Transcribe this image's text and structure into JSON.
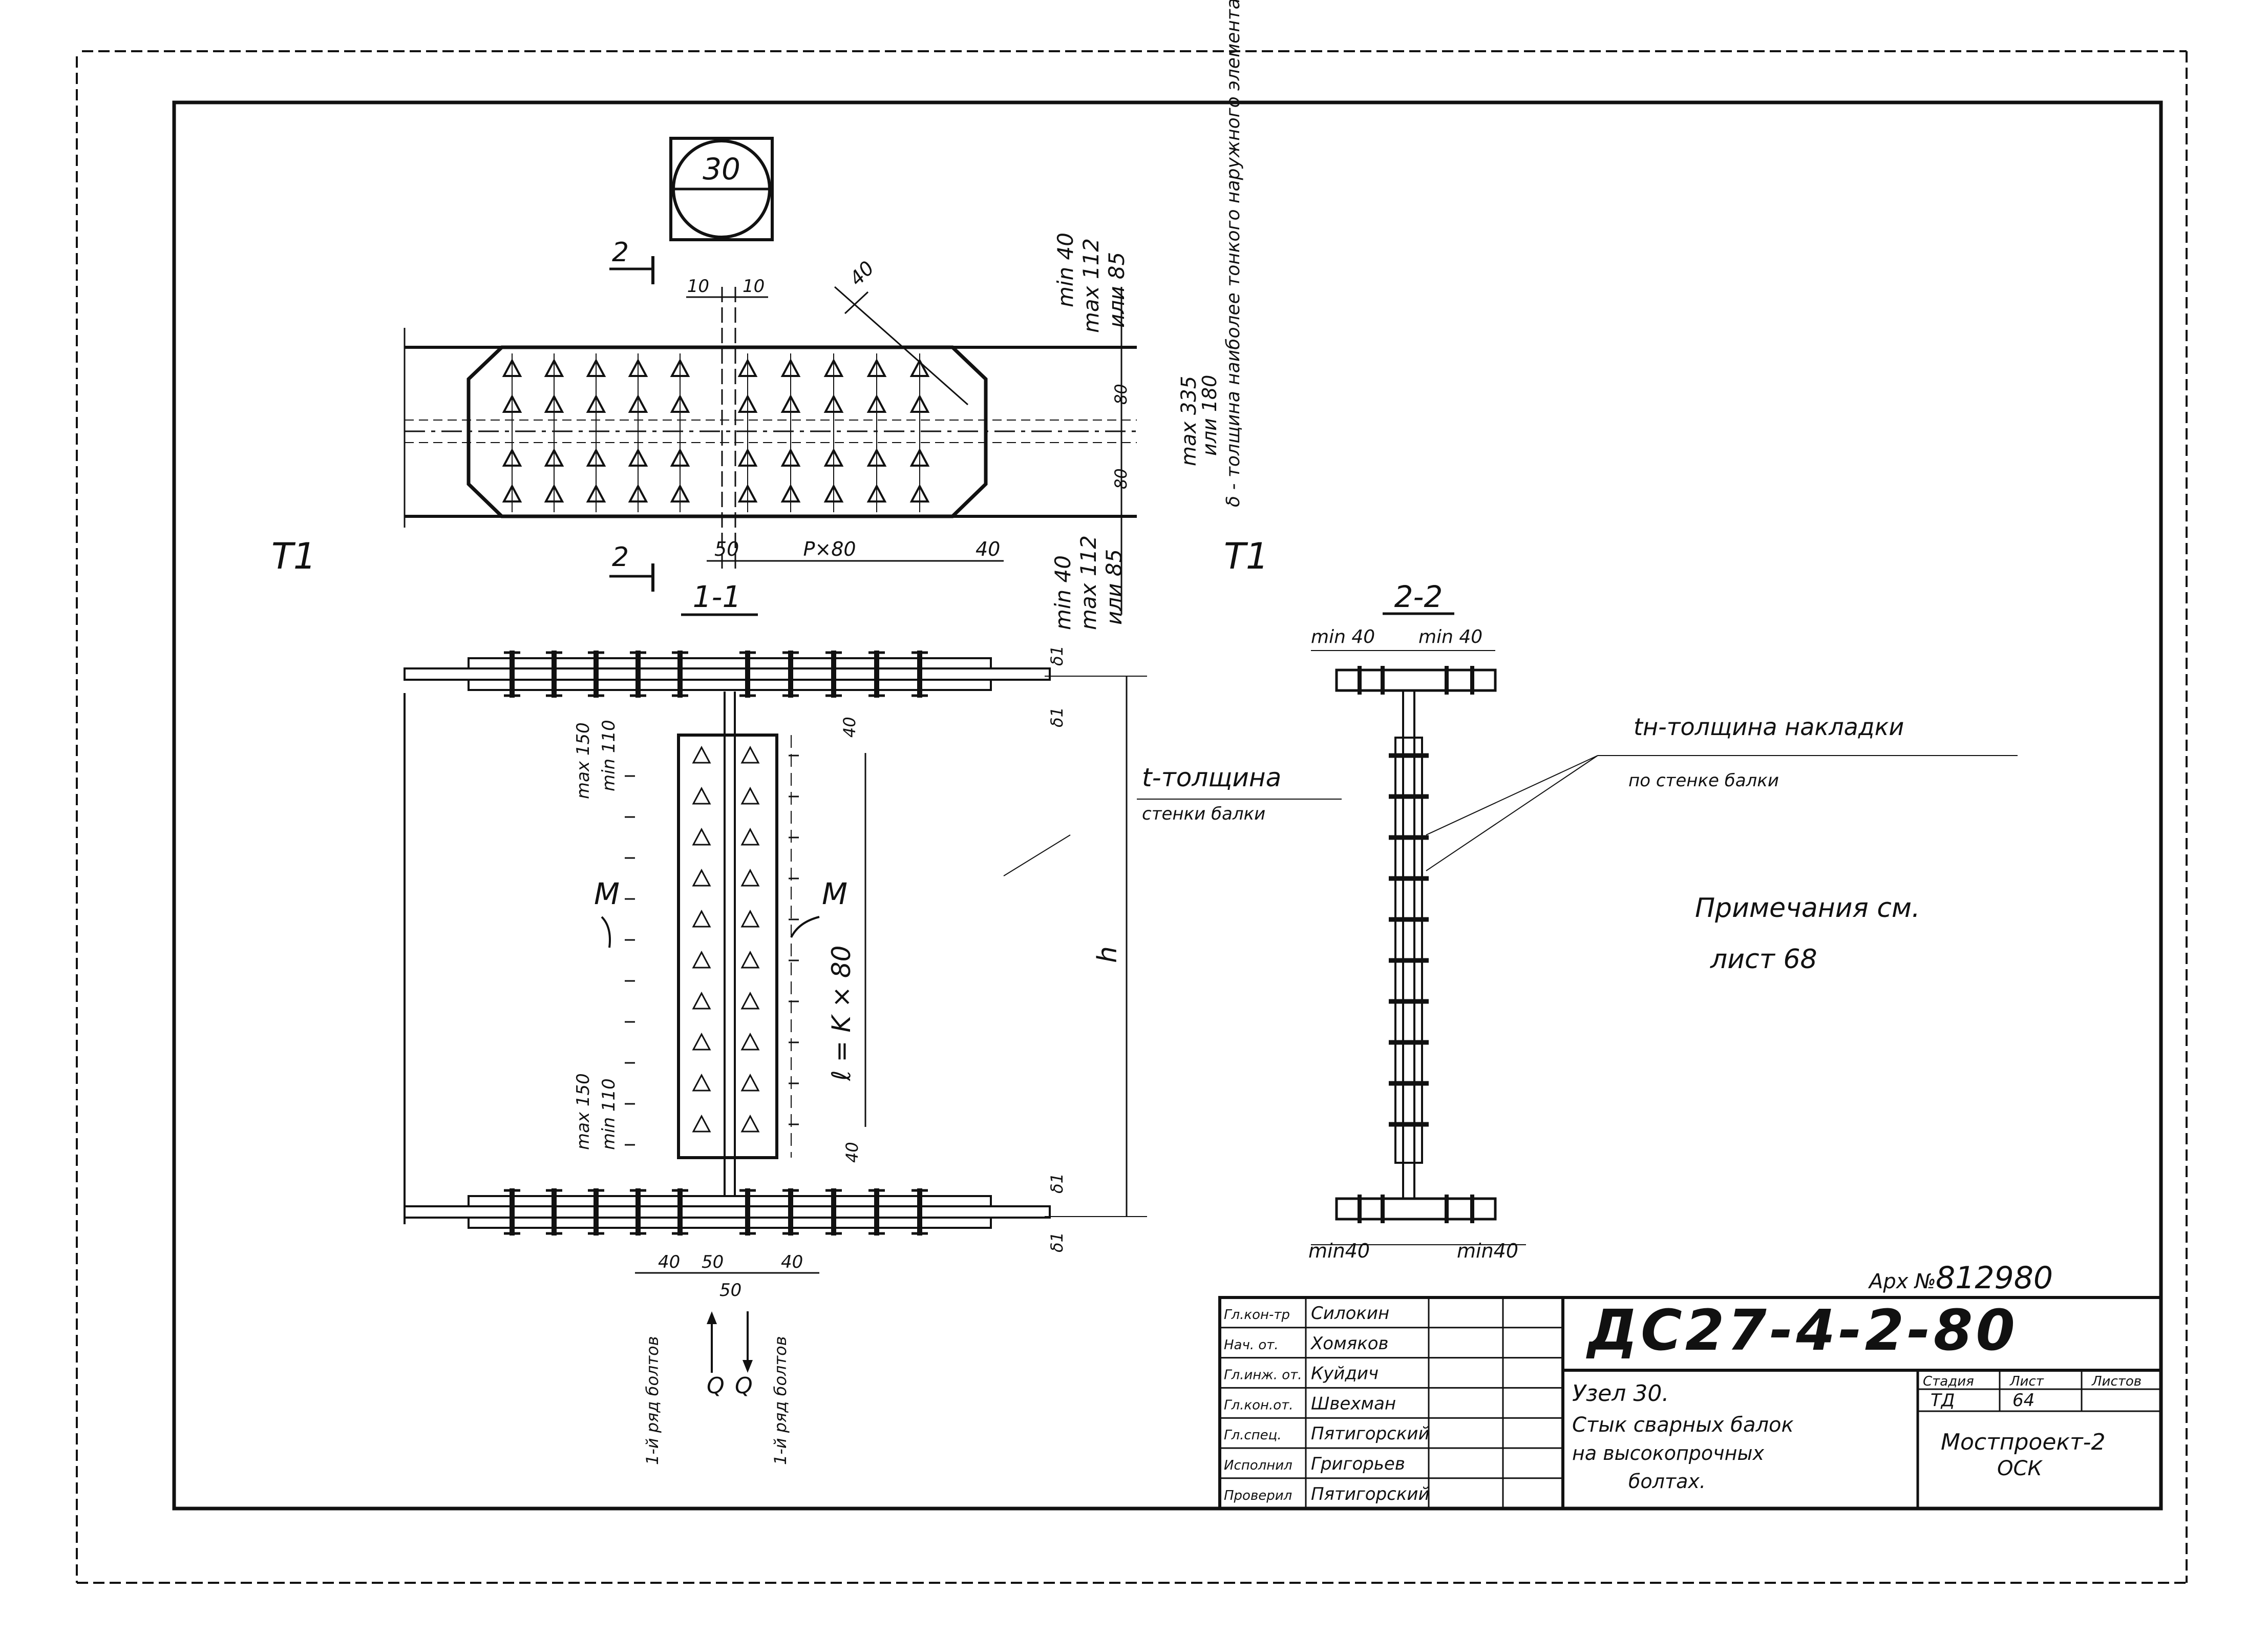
{
  "node_badge": "30",
  "section_marks": {
    "section_2": "2",
    "section_1_left": "T1",
    "section_1_right": "T1"
  },
  "top_view": {
    "dim_web_gap": "10",
    "dim_web_gap_2": "10",
    "dim_corner": "40",
    "dim_left_edge": "50",
    "dim_pitch": "P×80",
    "dim_right_edge": "40",
    "dim_top_min": "min 40",
    "dim_top_max": "max 112",
    "dim_top_alt": "или 85",
    "dim_row_a": "80",
    "dim_row_b": "80",
    "dim_max335": "max 335",
    "dim_max335_alt": "или 180",
    "dim_bot_min": "min 40",
    "dim_bot_max": "max 112",
    "dim_bot_alt": "или 85",
    "note_delta": "δ - толщина наиболее тонкого наружного элемента."
  },
  "section_1_1": {
    "title": "1-1",
    "dim_max150_top": "max 150",
    "dim_min110_top": "min 110",
    "dim_max150_bot": "max 150",
    "dim_min110_bot": "min 110",
    "dim_40_top": "40",
    "dim_40_bot": "40",
    "label_l": "ℓ = K × 80",
    "label_h": "h",
    "moment_left": "M",
    "moment_right": "M",
    "delta_1": "δ1",
    "delta_2": "δ1",
    "delta_3": "δ1",
    "delta_4": "δ1",
    "dim_40_left": "40",
    "dim_50_a": "50",
    "dim_50_b": "50",
    "dim_40_right": "40",
    "q_left": "Q",
    "q_right": "Q",
    "row_left": "1-й ряд болтов",
    "row_right": "1-й ряд болтов"
  },
  "note_t": {
    "line1": "t-толщина",
    "line2": "стенки балки"
  },
  "section_2_2": {
    "title": "2-2",
    "dim_top_left": "min 40",
    "dim_top_right": "min 40",
    "dim_bot_left": "min40",
    "dim_bot_right": "min40"
  },
  "note_tn": {
    "line1": "tн-толщина накладки",
    "line2": "по стенке балки"
  },
  "remark": {
    "line1": "Примечания см.",
    "line2": "лист 68"
  },
  "archive": {
    "label": "Арх №",
    "number": "812980"
  },
  "title_block": {
    "doc_code": "ДС27-4-2-80",
    "signatures": [
      {
        "role": "Гл.кон-тр",
        "name": "Силокин"
      },
      {
        "role": "Нач. от.",
        "name": "Хомяков"
      },
      {
        "role": "Гл.инж. от.",
        "name": "Куйдич"
      },
      {
        "role": "Гл.кон.от.",
        "name": "Швехман"
      },
      {
        "role": "Гл.спец.",
        "name": "Пятигорский"
      },
      {
        "role": "Исполнил",
        "name": "Григорьев"
      },
      {
        "role": "Проверил",
        "name": "Пятигорский"
      }
    ],
    "title_lines": [
      "Узел 30.",
      "Стык сварных балок",
      "на высокопрочных",
      "болтах."
    ],
    "stage_label": "Стадия",
    "sheet_label": "Лист",
    "sheets_label": "Листов",
    "stage_value": "ТД",
    "sheet_value": "64",
    "org_line1": "Мостпроект-2",
    "org_line2": "ОСК"
  }
}
